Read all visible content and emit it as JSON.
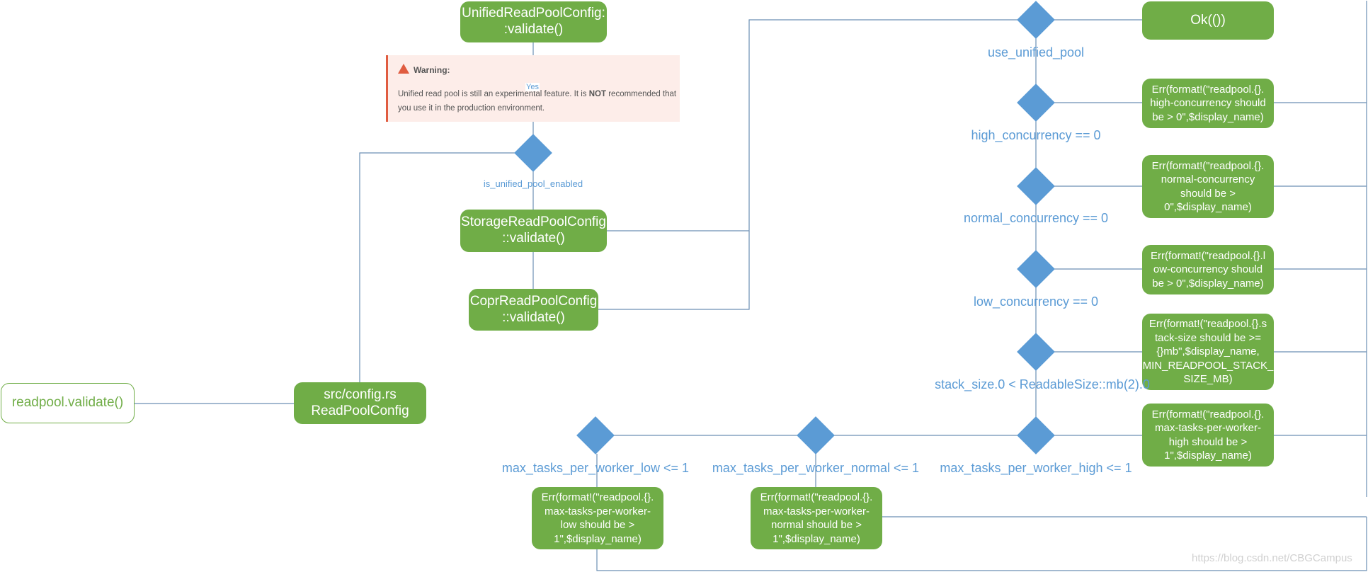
{
  "nodes": {
    "unified_validate": [
      "UnifiedReadPoolConfig:",
      ":validate()"
    ],
    "storage_validate": [
      "StorageReadPoolConfig",
      "::validate()"
    ],
    "copr_validate": [
      "CoprReadPoolConfig",
      "::validate()"
    ],
    "config_rs": [
      "src/config.rs",
      "ReadPoolConfig"
    ],
    "readpool_validate": "readpool.validate()",
    "ok": "Ok(())",
    "err_high": [
      "Err(format!(\"readpool.{}.",
      "high-concurrency should",
      "be > 0\",$display_name)"
    ],
    "err_normal": [
      "Err(format!(\"readpool.{}.",
      "normal-concurrency",
      "should be >",
      "0\",$display_name)"
    ],
    "err_low": [
      "Err(format!(\"readpool.{}.l",
      "ow-concurrency should",
      "be > 0\",$display_name)"
    ],
    "err_stack": [
      "Err(format!(\"readpool.{}.s",
      "tack-size should be >=",
      "{}mb\",$display_name,",
      "MIN_READPOOL_STACK_",
      "SIZE_MB)"
    ],
    "err_max_high": [
      "Err(format!(\"readpool.{}.",
      "max-tasks-per-worker-",
      "high should be >",
      "1\",$display_name)"
    ],
    "err_max_low": [
      "Err(format!(\"readpool.{}.",
      "max-tasks-per-worker-",
      "low should be >",
      "1\",$display_name)"
    ],
    "err_max_normal": [
      "Err(format!(\"readpool.{}.",
      "max-tasks-per-worker-",
      "normal should be >",
      "1\",$display_name)"
    ]
  },
  "decisions": {
    "is_unified_pool_enabled": "is_unified_pool_enabled",
    "use_unified_pool": "use_unified_pool",
    "high_concurrency": "high_concurrency == 0",
    "normal_concurrency": "normal_concurrency == 0",
    "low_concurrency": "low_concurrency == 0",
    "stack_size": "stack_size.0 < ReadableSize::mb(2).0",
    "max_tasks_high": "max_tasks_per_worker_high <= 1",
    "max_tasks_normal": "max_tasks_per_worker_normal <= 1",
    "max_tasks_low": "max_tasks_per_worker_low <= 1"
  },
  "edge_labels": {
    "yes": "Yes"
  },
  "warning": {
    "title": "Warning:",
    "text_before": "Unified read pool is still an experimental feature. It is ",
    "text_bold": "NOT",
    "text_after": " recommended that you use it in the production environment."
  },
  "watermark": "https://blog.csdn.net/CBGCampus",
  "colors": {
    "node_fill": "#70ad47",
    "decision_fill": "#5b9bd5",
    "edge": "#6c8fb4",
    "warning_accent": "#e05c40"
  }
}
